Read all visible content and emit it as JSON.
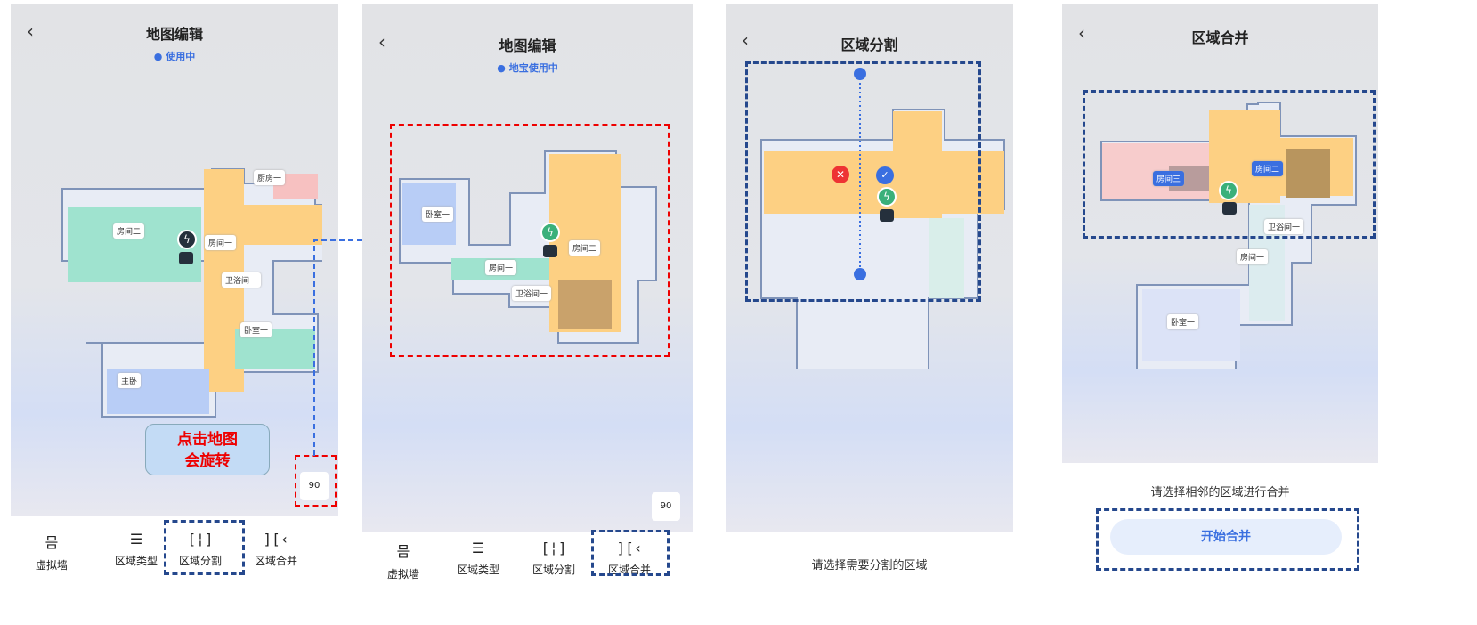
{
  "panel1": {
    "title": "地图编辑",
    "status": "● 使用中",
    "rooms": [
      "厨房一",
      "房间二",
      "房间一",
      "卫浴间一",
      "卧室一",
      "主卧"
    ],
    "callout": [
      "点击地图",
      "会旋转"
    ],
    "rotate_label": "90"
  },
  "panel2": {
    "title": "地图编辑",
    "status": "● 地宝使用中",
    "rooms": [
      "卧室一",
      "房间二",
      "房间一",
      "卫浴间一"
    ],
    "rotate_label": "90"
  },
  "toolbar": [
    {
      "label": "虚拟墙",
      "icon": "virtual-wall-icon",
      "glyph": "믐"
    },
    {
      "label": "区域类型",
      "icon": "list-icon",
      "glyph": "☰"
    },
    {
      "label": "区域分割",
      "icon": "split-icon",
      "glyph": "[¦]"
    },
    {
      "label": "区域合并",
      "icon": "merge-icon",
      "glyph": "][‹"
    }
  ],
  "panel3": {
    "title": "区域分割",
    "prompt": "请选择需要分割的区域"
  },
  "panel4": {
    "title": "区域合并",
    "rooms": [
      "房间三",
      "房间二",
      "卫浴间一",
      "房间一",
      "卧室一"
    ],
    "prompt": "请选择相邻的区域进行合并",
    "button": "开始合并"
  },
  "colors": {
    "accent": "#3a6fe0",
    "highlight_border": "#25488d",
    "callout_red": "#e00000"
  }
}
